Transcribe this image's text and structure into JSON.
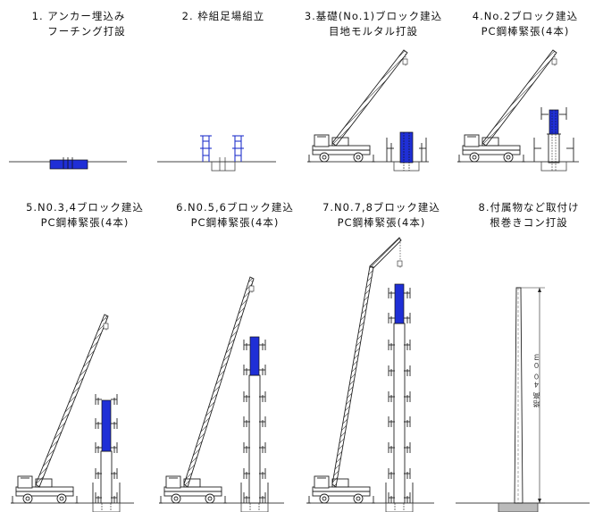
{
  "steps": [
    {
      "line1": "1. アンカー埋込み",
      "line2": "フーチング打設"
    },
    {
      "line1": "2. 枠組足場組立",
      "line2": ""
    },
    {
      "line1": "3.基礎(No.1)ブロック建込",
      "line2": "目地モルタル打設"
    },
    {
      "line1": "4.No.2ブロック建込",
      "line2": "PC鋼棒緊張(4本)"
    },
    {
      "line1": "5.N0.3,4ブロック建込",
      "line2": "PC鋼棒緊張(4本)"
    },
    {
      "line1": "6.N0.5,6ブロック建込",
      "line2": "PC鋼棒緊張(4本)"
    },
    {
      "line1": "7.N0.7,8ブロック建込",
      "line2": "PC鋼棒緊張(4本)"
    },
    {
      "line1": "8.付属物など取付け",
      "line2": "根巻きコン打設"
    }
  ],
  "dimension_label": "塔高 ４０ ０m",
  "colors": {
    "ink": "#222222",
    "block": "#1f2fd6",
    "scaffold": "#2233cc",
    "ground": "#555555"
  }
}
